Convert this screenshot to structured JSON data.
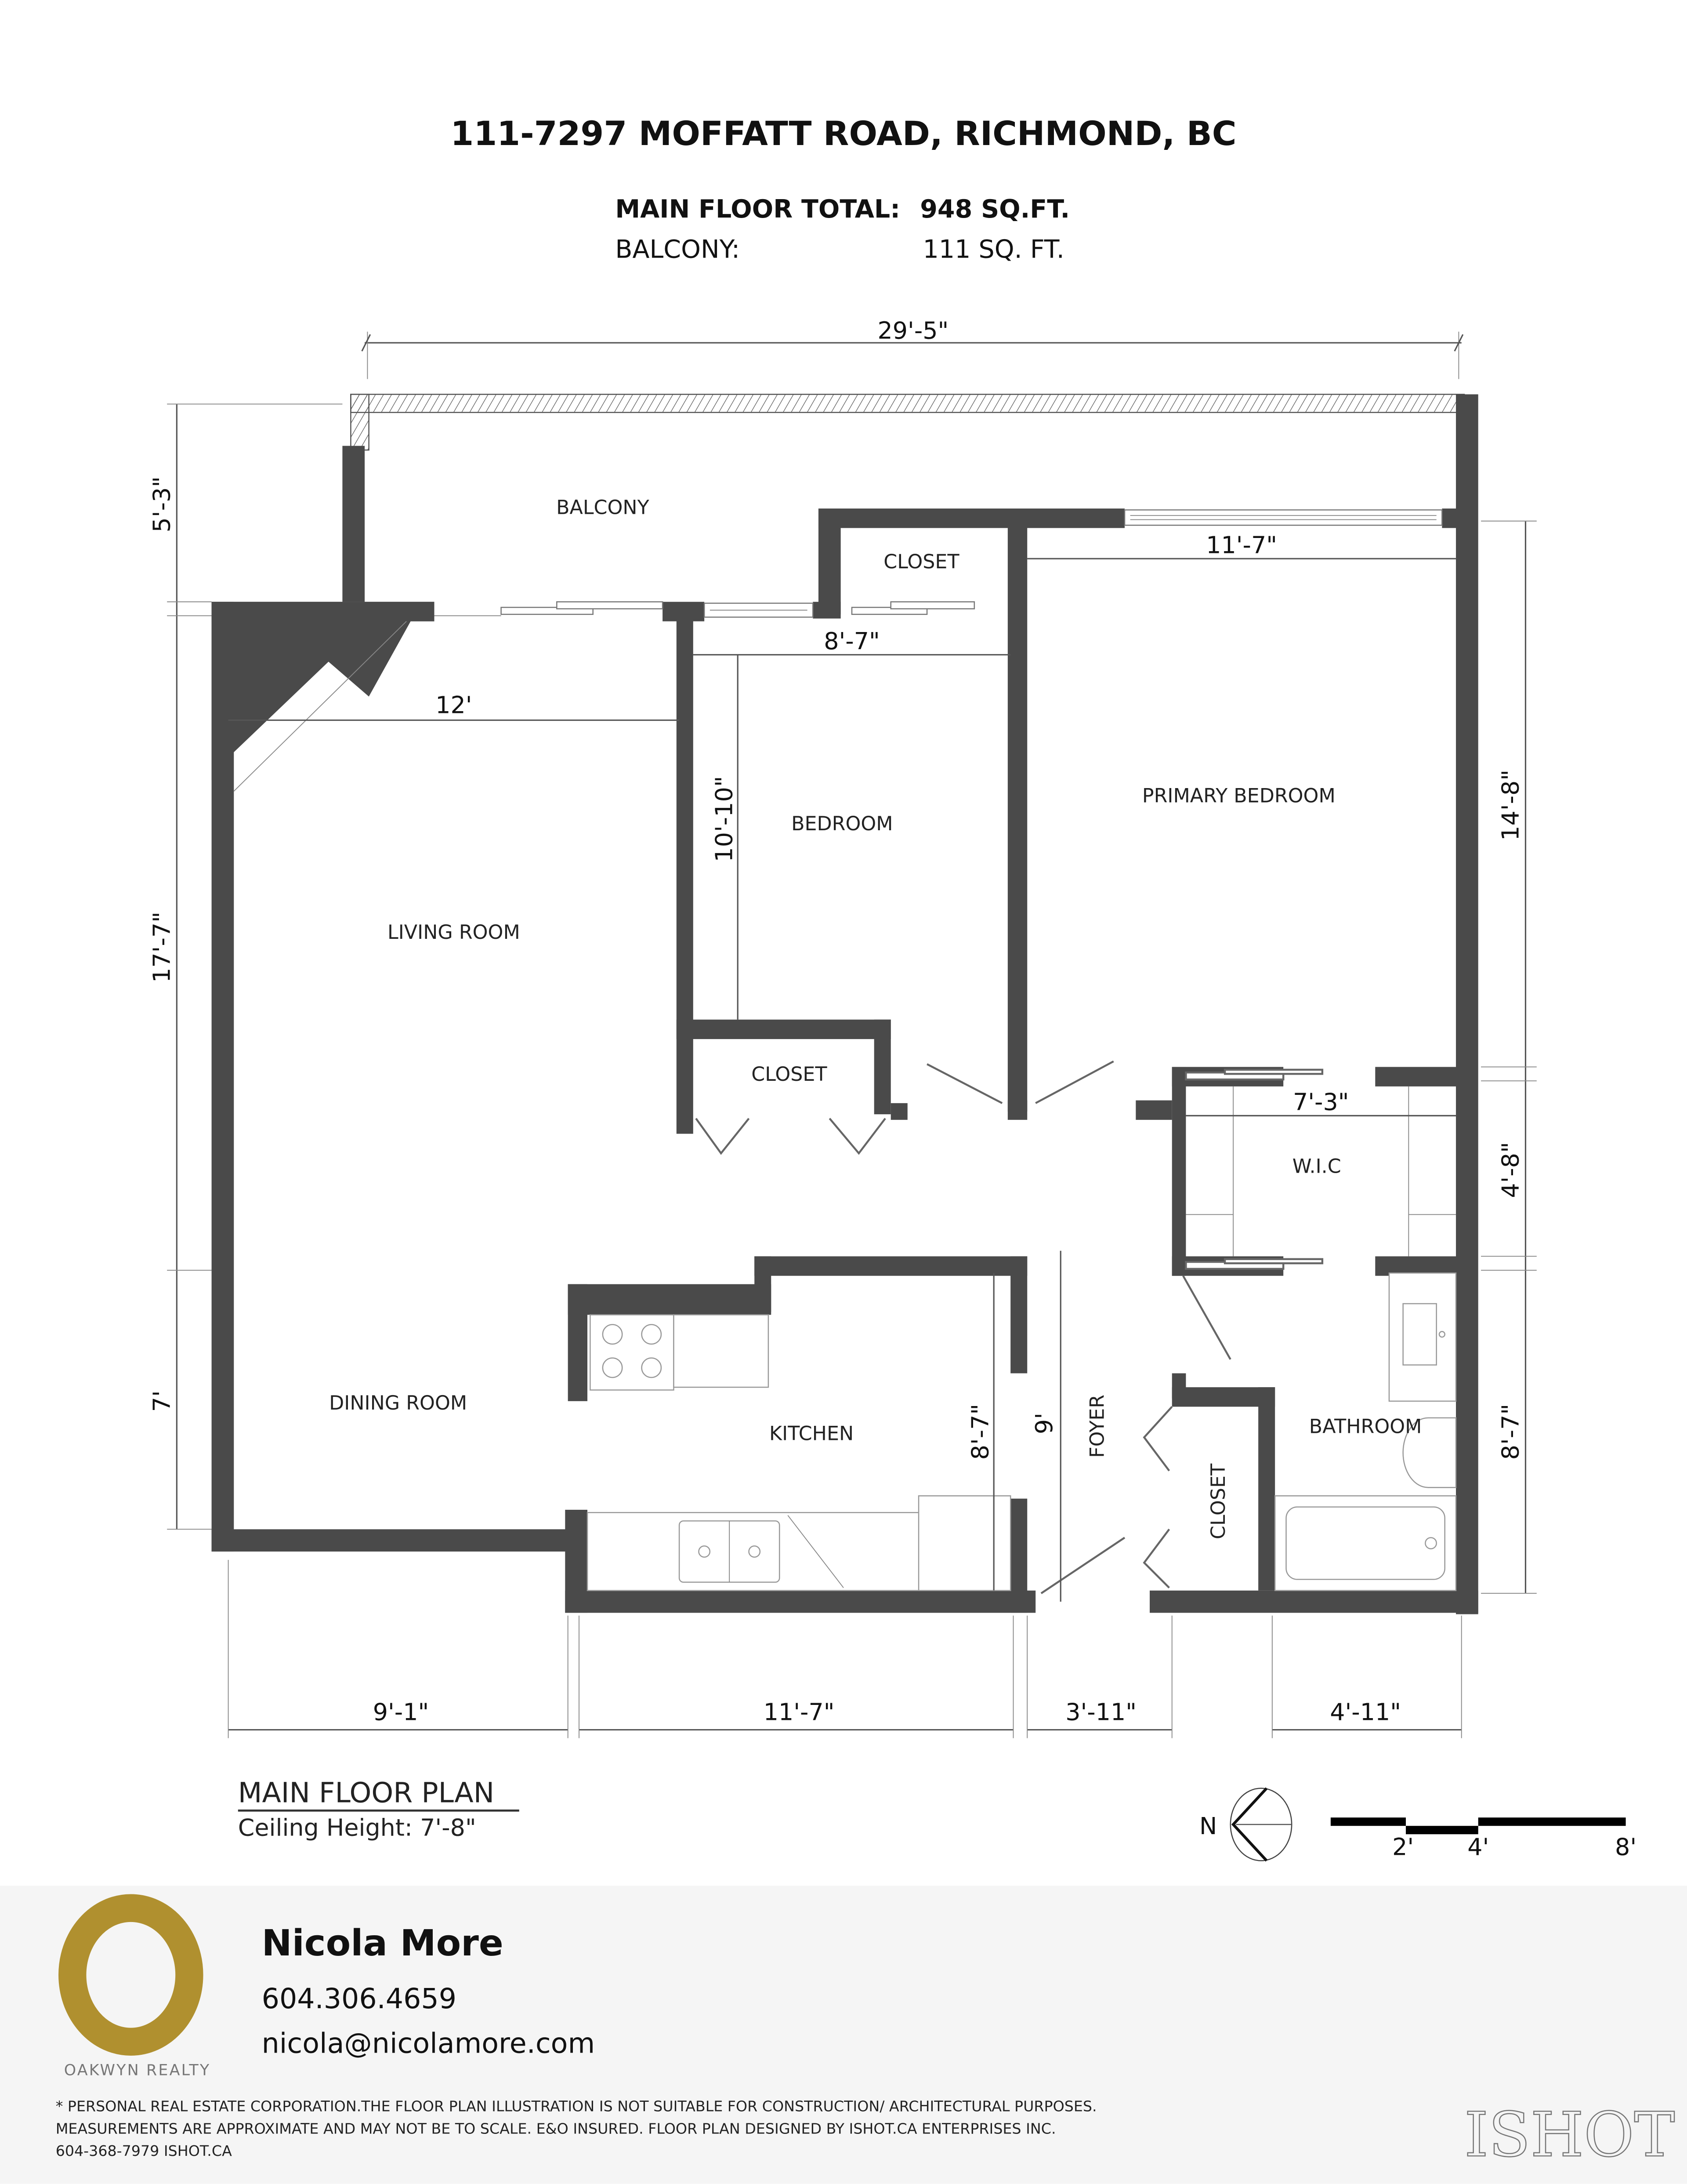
{
  "header": {
    "address": "111-7297 MOFFATT ROAD, RICHMOND, BC",
    "main_floor_label": "MAIN FLOOR TOTAL:",
    "main_floor_value": "948 SQ.FT.",
    "balcony_label": "BALCONY:",
    "balcony_value": "111 SQ. FT."
  },
  "rooms": {
    "balcony": "BALCONY",
    "closet_top": "CLOSET",
    "primary_bedroom": "PRIMARY BEDROOM",
    "bedroom": "BEDROOM",
    "living_room": "LIVING ROOM",
    "closet_mid": "CLOSET",
    "wic": "W.I.C",
    "dining_room": "DINING ROOM",
    "kitchen": "KITCHEN",
    "foyer": "FOYER",
    "closet_foyer": "CLOSET",
    "bathroom": "BATHROOM"
  },
  "dimensions": {
    "overall_width": "29'-5\"",
    "balcony_depth": "5'-3\"",
    "living_depth": "17'-7\"",
    "dining_depth": "7'",
    "living_width": "12'",
    "bedroom_width": "8'-7\"",
    "bedroom_depth": "10'-10\"",
    "primary_width": "11'-7\"",
    "primary_depth": "14'-8\"",
    "wic_width": "7'-3\"",
    "wic_depth": "4'-8\"",
    "bath_depth": "8'-7\"",
    "kitchen_depth": "8'-7\"",
    "foyer_depth": "9'",
    "bottom_1": "9'-1\"",
    "bottom_2": "11'-7\"",
    "bottom_3": "3'-11\"",
    "bottom_4": "4'-11\""
  },
  "plan_info": {
    "title": "MAIN FLOOR PLAN",
    "ceiling": "Ceiling Height: 7'-8\""
  },
  "compass": {
    "label": "N"
  },
  "scale_bar": {
    "ticks": [
      "2'",
      "4'",
      "8'"
    ]
  },
  "footer": {
    "agent_name": "Nicola More",
    "phone": "604.306.4659",
    "email": "nicola@nicolamore.com",
    "brokerage": "OAKWYN REALTY",
    "brand_color": "#B0902F",
    "disclaimer_lines": [
      "* PERSONAL REAL ESTATE CORPORATION.THE FLOOR PLAN ILLUSTRATION IS NOT SUITABLE FOR CONSTRUCTION/ ARCHITECTURAL PURPOSES.",
      "MEASUREMENTS ARE APPROXIMATE AND MAY NOT BE TO SCALE. E&O INSURED. FLOOR PLAN DESIGNED BY ISHOT.CA ENTERPRISES INC.",
      "604-368-7979  ISHOT.CA"
    ],
    "designer_logo": "ISHOT"
  }
}
